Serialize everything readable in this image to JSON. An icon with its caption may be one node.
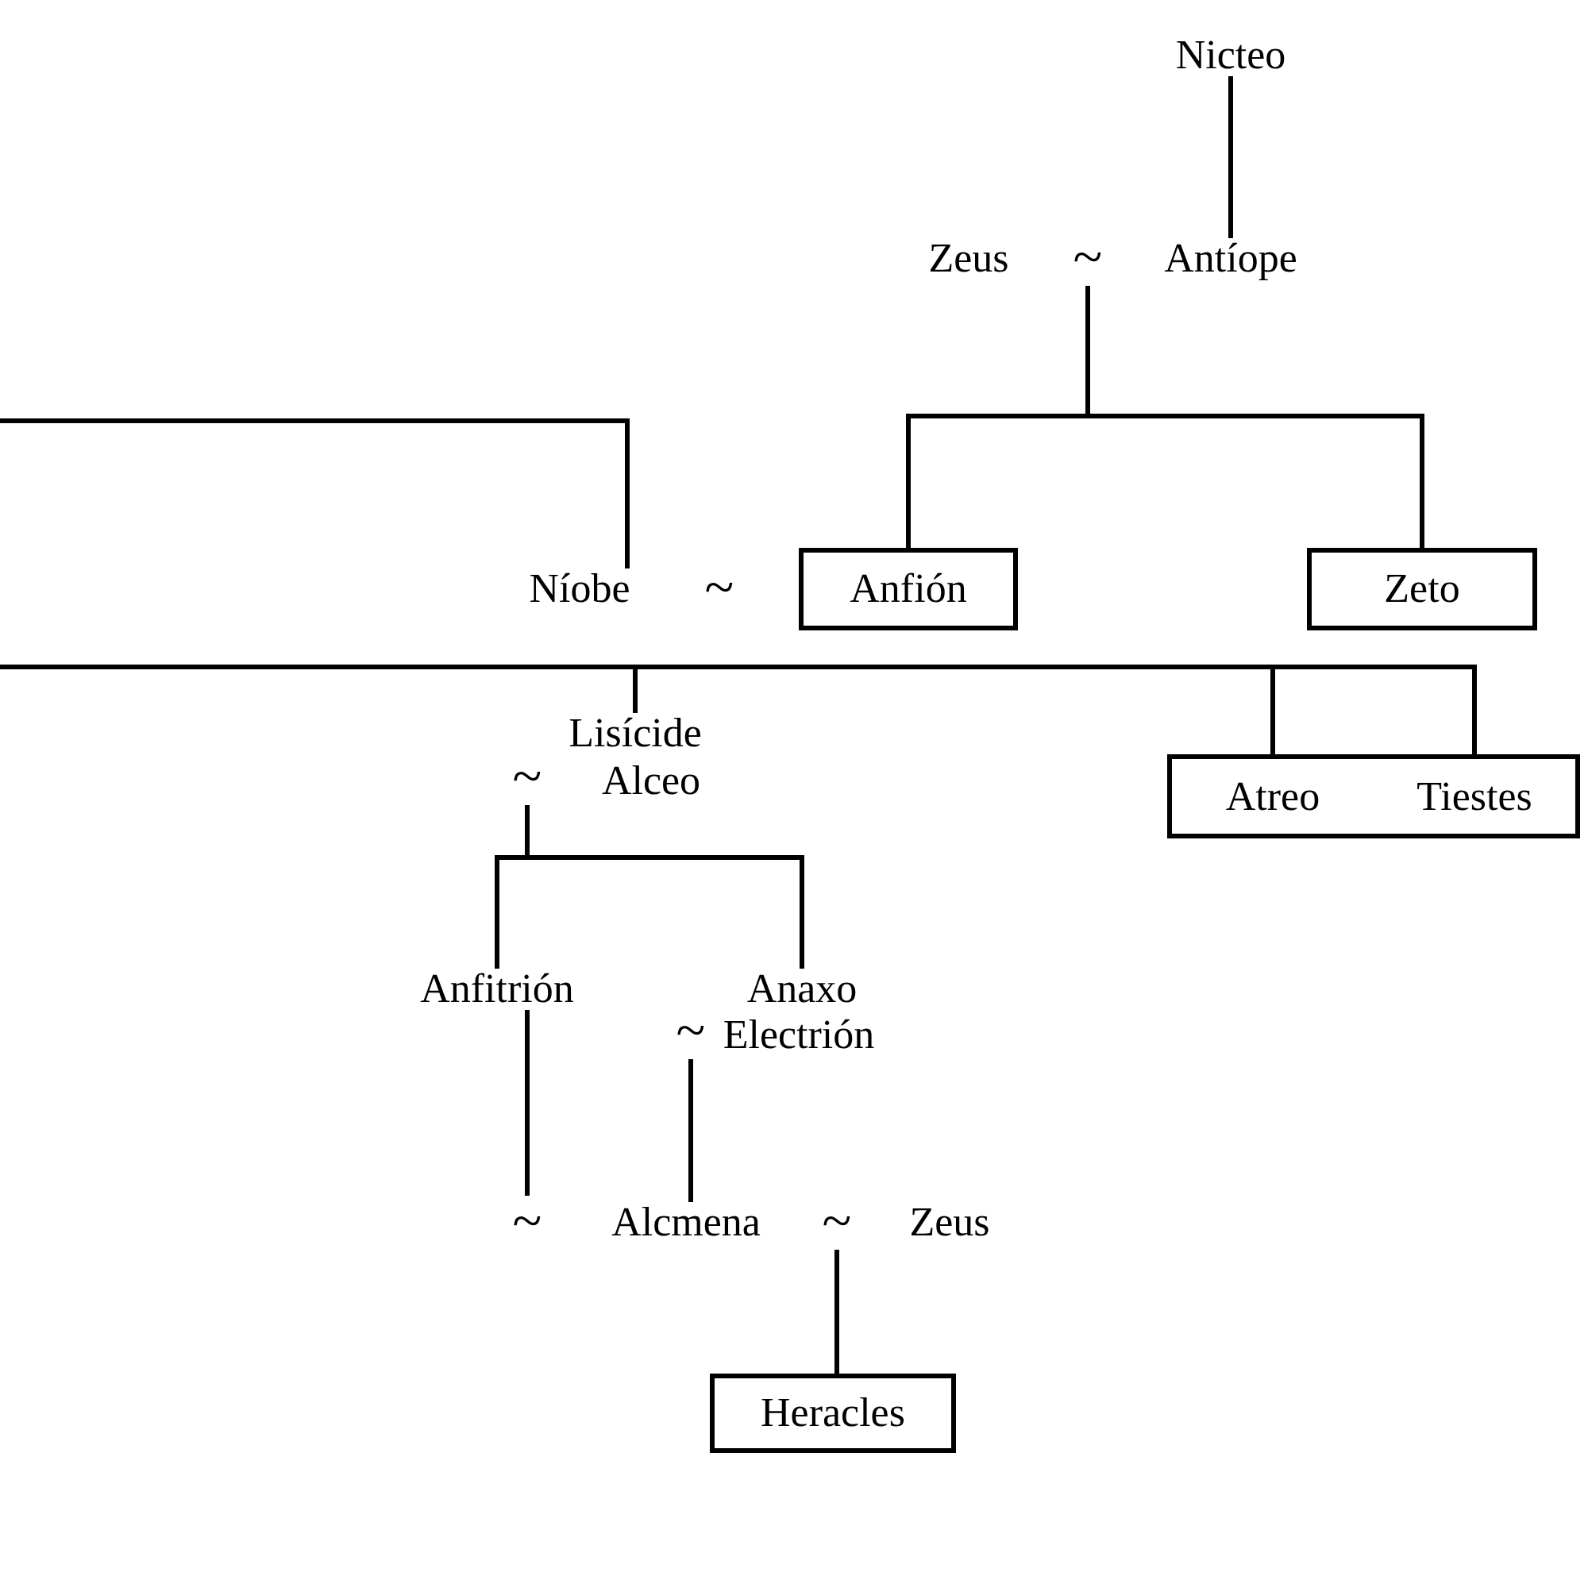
{
  "diagram": {
    "nodes": [
      {
        "text": [
          "Nicteo"
        ]
      },
      {
        "text": [
          "Zeus"
        ]
      },
      {
        "text": [
          "~"
        ]
      },
      {
        "text": [
          "Antíope"
        ]
      },
      {
        "text": [
          "Níobe"
        ]
      },
      {
        "text": [
          "~"
        ]
      },
      {
        "text": [
          "Anfión"
        ]
      },
      {
        "text": [
          "Zeto"
        ]
      },
      {
        "text": [],
        "shape": "box"
      },
      {
        "text": [
          "Atreo"
        ],
        "in": 8
      },
      {
        "text": [
          "Tiestes"
        ],
        "in": 8
      },
      {
        "text": [
          "Lisícide"
        ]
      },
      {
        "text": [
          "~"
        ]
      },
      {
        "text": [
          "Alceo"
        ]
      },
      {
        "text": [
          "Anfitrión"
        ]
      },
      {
        "text": [
          "Anaxo"
        ]
      },
      {
        "text": [
          "~"
        ]
      },
      {
        "text": [
          "Electrión"
        ]
      },
      {
        "text": [
          "~"
        ]
      },
      {
        "text": [
          "Alcmena"
        ]
      },
      {
        "text": [
          "~"
        ]
      },
      {
        "text": [
          "Zeus"
        ]
      },
      {
        "text": [
          "Heracles"
        ]
      }
    ],
    "edges": [
      {
        "from": 0,
        "to": 3,
        "arrow": "none"
      },
      {
        "from": 2,
        "to": 6,
        "arrow": "none"
      },
      {
        "from": 2,
        "to": 7,
        "arrow": "none"
      },
      {
        "from": null,
        "to": 4,
        "arrow": "none"
      },
      {
        "from": null,
        "to": 11,
        "arrow": "none"
      },
      {
        "from": null,
        "to": 9,
        "arrow": "none"
      },
      {
        "from": null,
        "to": 10,
        "arrow": "none"
      },
      {
        "from": 12,
        "to": 14,
        "arrow": "none"
      },
      {
        "from": 12,
        "to": 15,
        "arrow": "none"
      },
      {
        "from": 16,
        "to": 19,
        "arrow": "none"
      },
      {
        "from": 14,
        "to": 18,
        "arrow": "none"
      },
      {
        "from": 20,
        "to": 22,
        "arrow": "none"
      }
    ]
  }
}
